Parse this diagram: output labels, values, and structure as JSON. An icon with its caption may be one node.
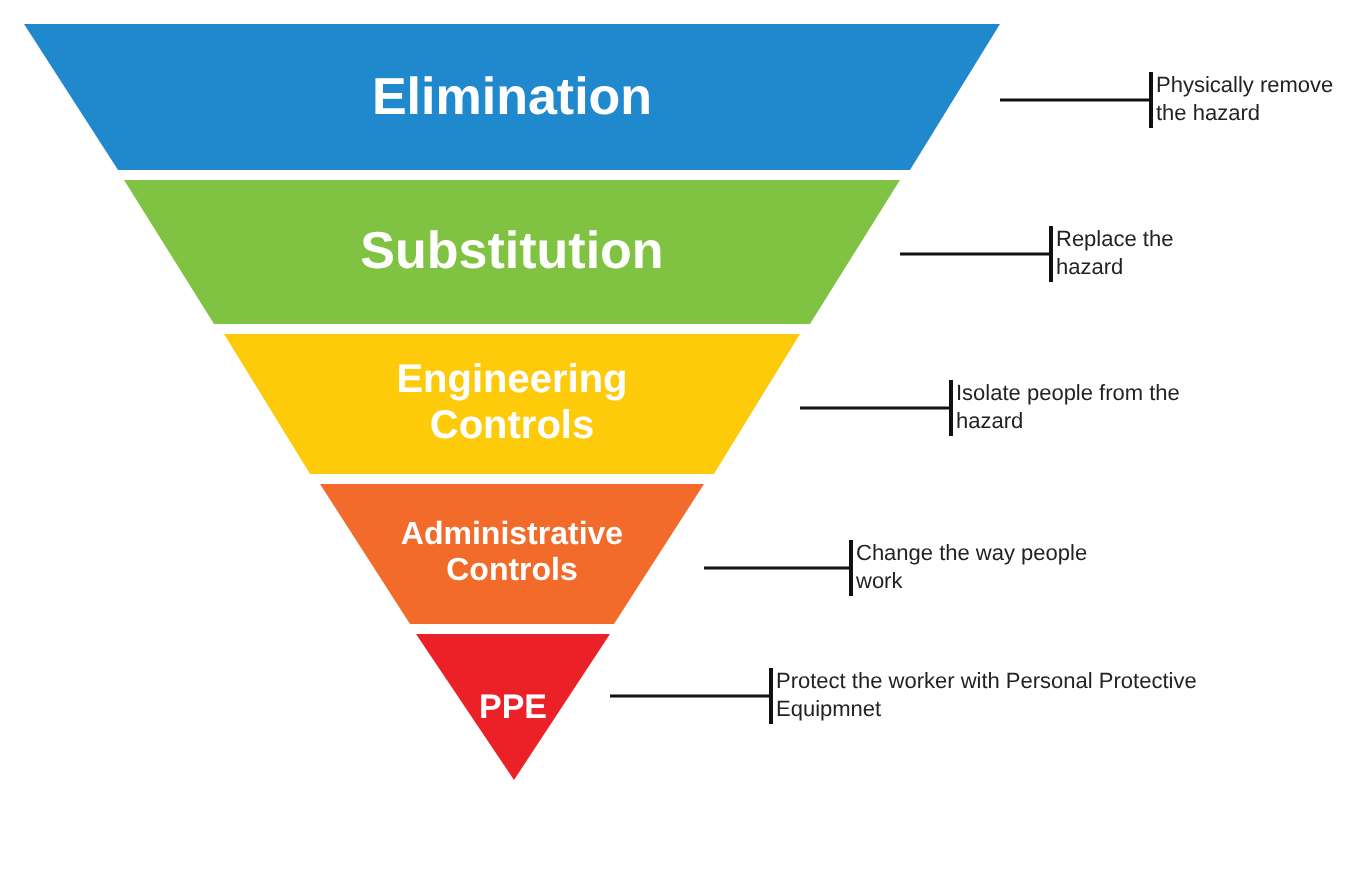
{
  "diagram": {
    "nodes": [
      {
        "text": [
          "Elimination"
        ]
      },
      {
        "text": [
          "Substitution"
        ]
      },
      {
        "text": [
          "Engineering Controls"
        ]
      },
      {
        "text": [
          "Administrative Controls"
        ]
      },
      {
        "text": [
          "PPE"
        ]
      },
      {
        "text": [
          "Physically remove the hazard"
        ]
      },
      {
        "text": [
          "Replace the hazard"
        ]
      },
      {
        "text": [
          "Isolate people from the hazard"
        ]
      },
      {
        "text": [
          "Change the way people work"
        ]
      },
      {
        "text": [
          "Protect the worker with Personal Protective Equipmnet"
        ]
      }
    ],
    "edges": [
      {
        "from": 0,
        "to": 5,
        "arrow": "other"
      },
      {
        "from": 1,
        "to": 6,
        "arrow": "other"
      },
      {
        "from": 2,
        "to": 7,
        "arrow": "other"
      },
      {
        "from": 3,
        "to": 8,
        "arrow": "other"
      },
      {
        "from": 4,
        "to": 9,
        "arrow": "other"
      }
    ]
  }
}
